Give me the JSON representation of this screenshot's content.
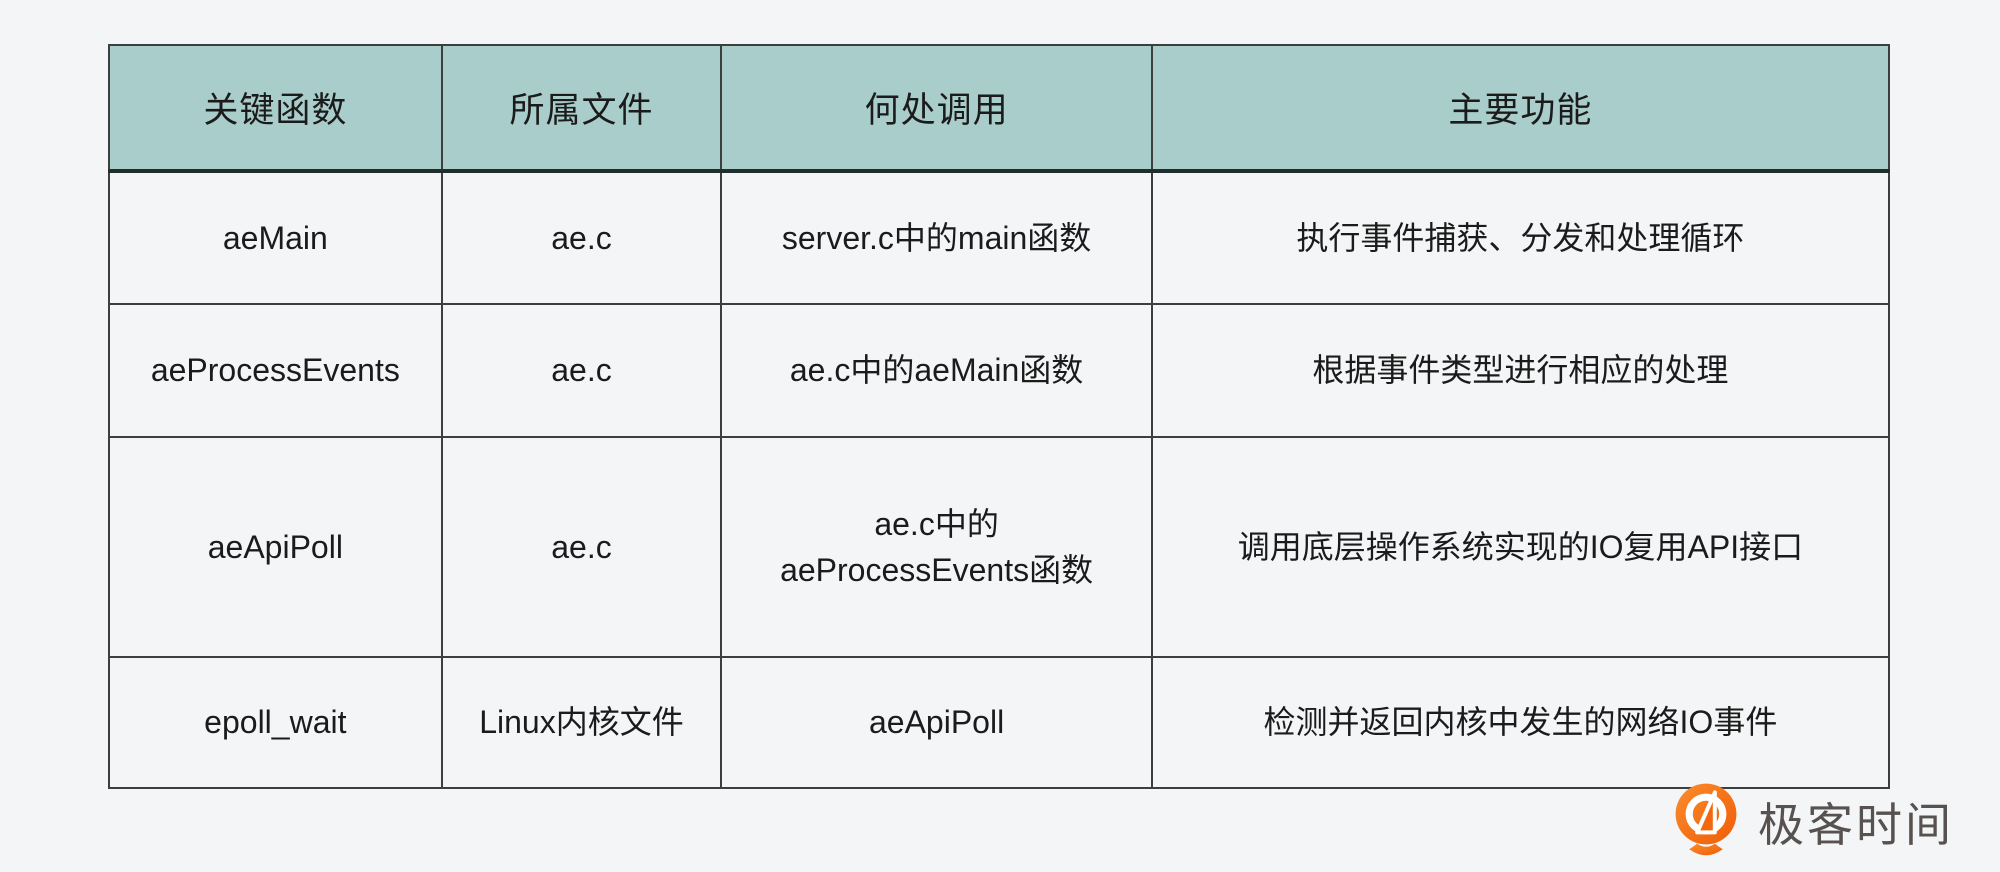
{
  "page": {
    "background": "#f3f5f6"
  },
  "table": {
    "headers": [
      "关键函数",
      "所属文件",
      "何处调用",
      "主要功能"
    ],
    "rows": [
      [
        "aeMain",
        "ae.c",
        "server.c中的main函数",
        "执行事件捕获、分发和处理循环"
      ],
      [
        "aeProcessEvents",
        "ae.c",
        "ae.c中的aeMain函数",
        "根据事件类型进行相应的处理"
      ],
      [
        "aeApiPoll",
        "ae.c",
        "ae.c中的\naeProcessEvents函数",
        "调用底层操作系统实现的IO复用API接口"
      ],
      [
        "epoll_wait",
        "Linux内核文件",
        "aeApiPoll",
        "检测并返回内核中发生的网络IO事件"
      ]
    ],
    "colors": {
      "header_background": "#a9cdca",
      "border": "#3b403f",
      "text": "#1b1b1b"
    }
  },
  "branding": {
    "logo_text": "极客时间",
    "logo_text_color": "#575250",
    "logo_icon_color": "#f2680e"
  }
}
